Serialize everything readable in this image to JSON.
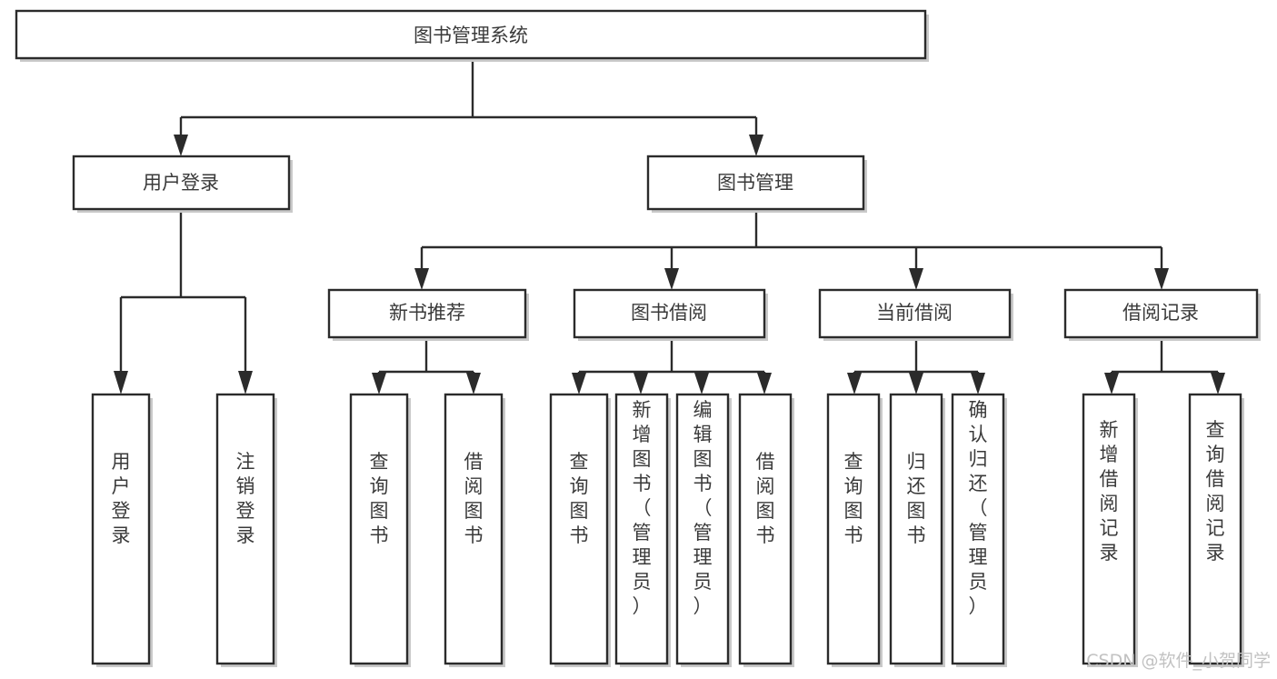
{
  "diagram": {
    "title": "图书管理系统",
    "type": "hierarchy-tree",
    "root": {
      "id": "root",
      "label": "图书管理系统"
    },
    "level1": [
      {
        "id": "user-login",
        "label": "用户登录"
      },
      {
        "id": "book-manage",
        "label": "图书管理"
      }
    ],
    "level2": [
      {
        "id": "new-book-rec",
        "label": "新书推荐",
        "parent": "book-manage"
      },
      {
        "id": "book-borrow",
        "label": "图书借阅",
        "parent": "book-manage"
      },
      {
        "id": "current-borrow",
        "label": "当前借阅",
        "parent": "book-manage"
      },
      {
        "id": "borrow-record",
        "label": "借阅记录",
        "parent": "book-manage"
      }
    ],
    "leaves": [
      {
        "id": "leaf-user-login",
        "label": "用户登录",
        "parent": "user-login"
      },
      {
        "id": "leaf-logout",
        "label": "注销登录",
        "parent": "user-login"
      },
      {
        "id": "leaf-query-book-1",
        "label": "查询图书",
        "parent": "new-book-rec"
      },
      {
        "id": "leaf-borrow-book-1",
        "label": "借阅图书",
        "parent": "new-book-rec"
      },
      {
        "id": "leaf-query-book-2",
        "label": "查询图书",
        "parent": "book-borrow"
      },
      {
        "id": "leaf-add-book",
        "label": "新增图书（管理员）",
        "parent": "book-borrow"
      },
      {
        "id": "leaf-edit-book",
        "label": "编辑图书（管理员）",
        "parent": "book-borrow"
      },
      {
        "id": "leaf-borrow-book-2",
        "label": "借阅图书",
        "parent": "book-borrow"
      },
      {
        "id": "leaf-query-book-3",
        "label": "查询图书",
        "parent": "current-borrow"
      },
      {
        "id": "leaf-return-book",
        "label": "归还图书",
        "parent": "current-borrow"
      },
      {
        "id": "leaf-confirm-return",
        "label": "确认归还（管理员）",
        "parent": "current-borrow"
      },
      {
        "id": "leaf-add-record",
        "label": "新增借阅记录",
        "parent": "borrow-record"
      },
      {
        "id": "leaf-query-record",
        "label": "查询借阅记录",
        "parent": "borrow-record"
      }
    ]
  },
  "watermark": {
    "text": "CSDN @软件_小贺同学"
  },
  "colors": {
    "box_border": "#2b2b2b",
    "box_fill": "#ffffff",
    "text": "#3a3a3a",
    "connector": "#2b2b2b",
    "shadow": "#c9c9c9",
    "watermark": "#c2c2c2",
    "background": "#ffffff"
  }
}
